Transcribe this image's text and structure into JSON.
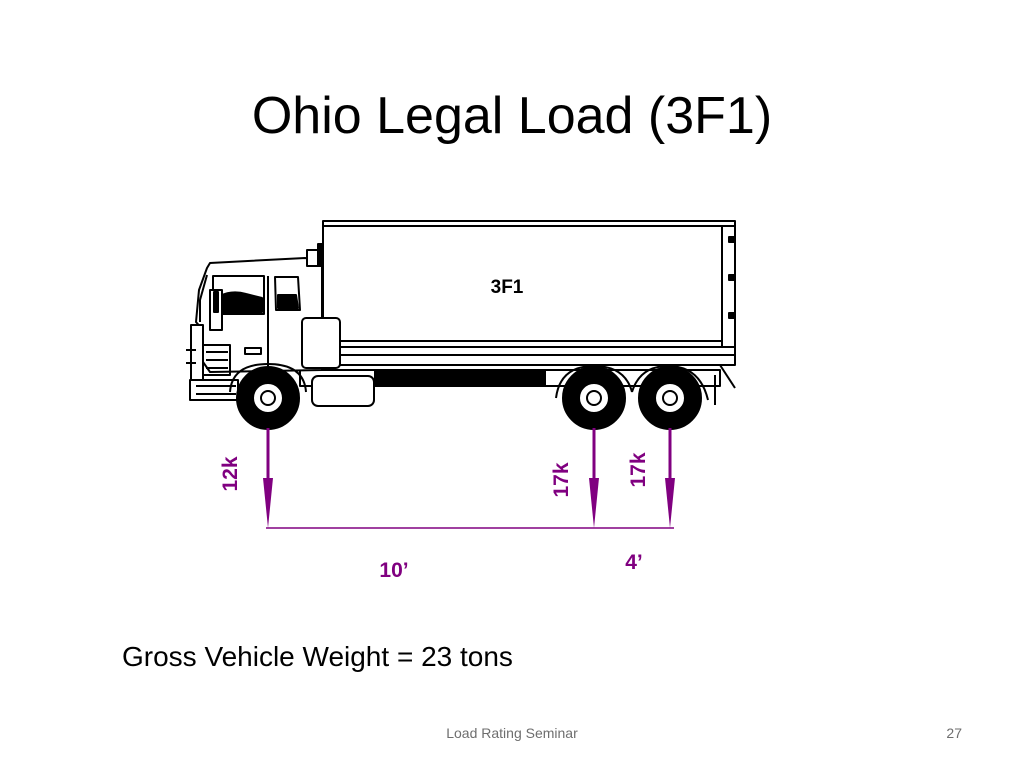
{
  "slide": {
    "title": "Ohio Legal Load (3F1)",
    "gross_weight_text": "Gross Vehicle Weight = 23 tons",
    "footer_text": "Load Rating Seminar",
    "page_number": "27"
  },
  "truck": {
    "body_label": "3F1"
  },
  "axle_loads": [
    {
      "label": "12k"
    },
    {
      "label": "17k"
    },
    {
      "label": "17k"
    }
  ],
  "spacings": [
    {
      "label": "10’"
    },
    {
      "label": "4’"
    }
  ],
  "colors": {
    "load": "#800080",
    "truck_line": "#000000",
    "text": "#000000",
    "footer": "#6e6e6e"
  }
}
